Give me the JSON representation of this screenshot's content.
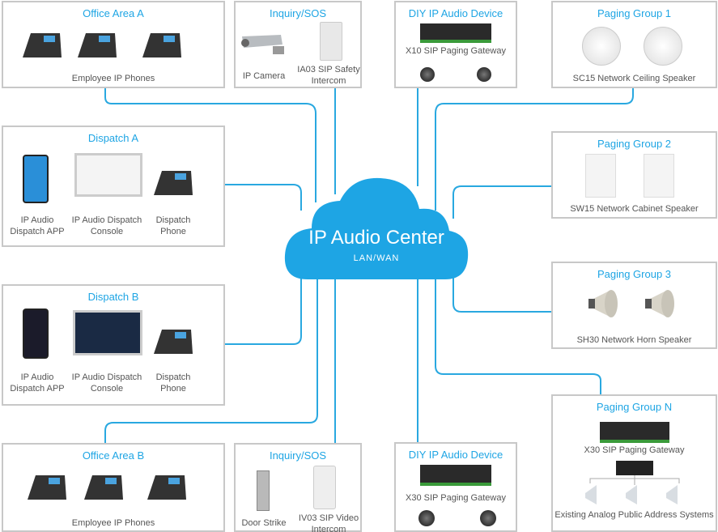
{
  "colors": {
    "accent": "#1ea5e4",
    "line": "#29a8e0",
    "border": "#c8c8c8",
    "text": "#555555"
  },
  "center": {
    "title": "IP Audio Center",
    "subtitle": "LAN/WAN"
  },
  "office_a": {
    "title": "Office Area A",
    "label": "Employee IP Phones"
  },
  "inquiry_top": {
    "title": "Inquiry/SOS",
    "camera": "IP Camera",
    "intercom": "IA03 SIP Safety Intercom"
  },
  "diy_top": {
    "title": "DIY IP Audio Device",
    "label": "X10 SIP Paging Gateway"
  },
  "paging1": {
    "title": "Paging Group 1",
    "label": "SC15 Network Ceiling Speaker"
  },
  "dispatch_a": {
    "title": "Dispatch A",
    "app": "IP Audio Dispatch APP",
    "console": "IP Audio Dispatch Console",
    "phone": "Dispatch Phone"
  },
  "paging2": {
    "title": "Paging Group 2",
    "label": "SW15 Network  Cabinet  Speaker"
  },
  "dispatch_b": {
    "title": "Dispatch B",
    "app": "IP Audio Dispatch APP",
    "console": "IP Audio Dispatch Console",
    "phone": "Dispatch Phone"
  },
  "paging3": {
    "title": "Paging Group 3",
    "label": "SH30 Network Horn Speaker"
  },
  "office_b": {
    "title": "Office Area B",
    "label": "Employee IP Phones"
  },
  "inquiry_bottom": {
    "title": "Inquiry/SOS",
    "strike": "Door Strike",
    "intercom": "IV03 SIP Video Intercom"
  },
  "diy_bottom": {
    "title": "DIY IP Audio Device",
    "label": "X30 SIP Paging Gateway"
  },
  "pagingN": {
    "title": "Paging Group N",
    "gateway": "X30 SIP Paging Gateway",
    "label": "Existing Analog Public Address Systems"
  }
}
